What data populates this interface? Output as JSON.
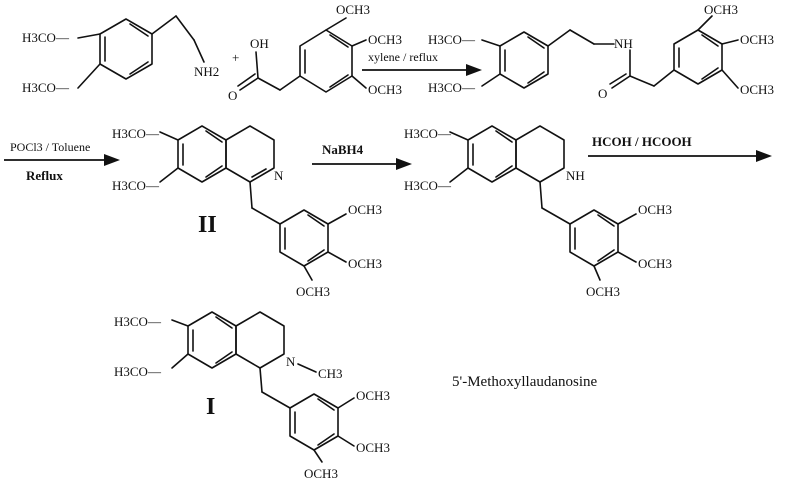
{
  "scheme": {
    "plus": "+",
    "steps": [
      {
        "reagent": "xylene / reflux"
      },
      {
        "reagent": "POCl3 / Toluene",
        "reagent2": "Reflux"
      },
      {
        "reagent": "NaBH4"
      },
      {
        "reagent": "HCOH / HCOOH"
      }
    ],
    "labels": {
      "compound_II": "II",
      "compound_I": "I",
      "product_name": "5'-Methoxyllaudanosine"
    },
    "atoms": {
      "h3co": "H3CO",
      "h3co_dash": "H3CO—",
      "ome": "OCH3",
      "oh": "OH",
      "nh2": "NH2",
      "nh": "NH",
      "n": "N",
      "ch3": "CH3",
      "o": "O"
    }
  }
}
